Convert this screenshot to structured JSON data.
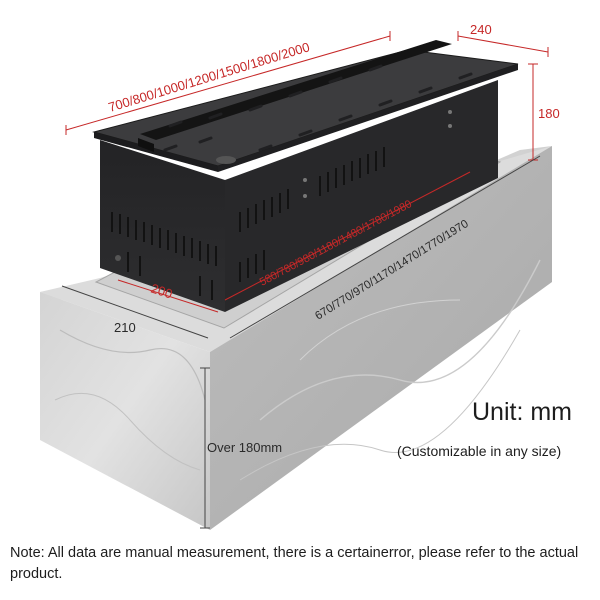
{
  "dimensions": {
    "top_length": "700/800/1000/1200/1500/1800/2000",
    "top_depth": "240",
    "height": "180",
    "insert_length": "580/780/980/1180/1480/1780/1980",
    "insert_depth": "200",
    "opening_length": "670/770/970/1170/1470/1770/1970",
    "opening_depth": "210",
    "cabinet_depth": "Over 180mm"
  },
  "unit_label": "Unit: mm",
  "customizable_label": "(Customizable in any size)",
  "note": "Note: All data are manual measurement, there is a certainerror, please refer to the actual product.",
  "colors": {
    "dimension_red": "#c62828",
    "unit_dark": "#1d1d1d",
    "marble_light": "#d9d9d9",
    "marble_shadow": "#b9b9b9",
    "insert_body": "#2b2b2d",
    "insert_top": "#3a3a3c"
  }
}
